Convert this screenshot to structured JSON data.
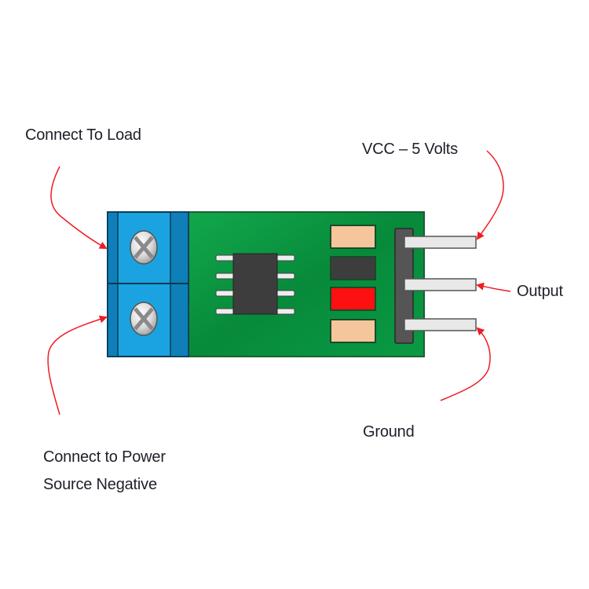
{
  "title": "Current Sensor Module Pinout",
  "labels": {
    "connect_to_load": "Connect To Load",
    "vcc": "VCC – 5 Volts",
    "output": "Output",
    "ground": "Ground",
    "power_negative_line1": "Connect to Power",
    "power_negative_line2": "Source Negative"
  },
  "colors": {
    "pcb": "#0a9a44",
    "terminal_block": "#1aa3e0",
    "terminal_block_dark": "#0e7fb8",
    "ic": "#3d3d3d",
    "pad": "#f5c59c",
    "component_dark": "#3d3d3d",
    "component_red": "#ff1010",
    "header": "#555555",
    "pin": "#e8e8e8",
    "arrow": "#ee1c24"
  }
}
